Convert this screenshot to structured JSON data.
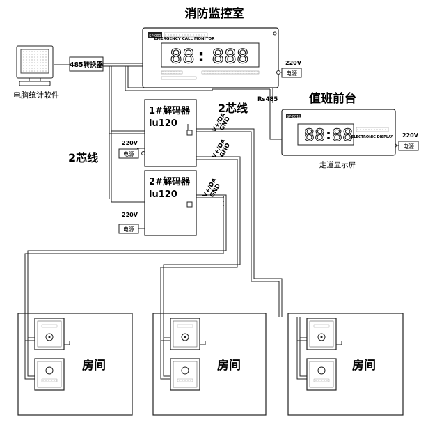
{
  "titles": {
    "control_room": "消防监控室",
    "front_desk": "值班前台"
  },
  "pc": {
    "label": "电脑统计软件"
  },
  "converter": {
    "label": "485转换器"
  },
  "monitor_display": {
    "digits_left": "88",
    "digits_right": "888",
    "separator": ":",
    "model": "SP-001",
    "name_en": "EMERGENCY CALL MONITOR"
  },
  "corridor_display": {
    "digits_left": "88",
    "digits_right": "88",
    "separator": ":",
    "model": "SP-001L",
    "name_en": "ELECTRONIC DISPLAY",
    "caption": "走道显示屏"
  },
  "wires": {
    "two_core_a": "2芯线",
    "two_core_b": "2芯线",
    "rs485": "Rs485"
  },
  "power": {
    "voltage": "220V",
    "label": "电源"
  },
  "decoders": [
    {
      "line1": "1#解码器",
      "line2": "lu120",
      "terminal_top": "V+/DA",
      "terminal_bottom": "GND"
    },
    {
      "line1": "2#解码器",
      "line2": "lu120",
      "terminal_top": "V+/DA",
      "terminal_bottom": "GND"
    }
  ],
  "decoder1_extra_terminal": {
    "top": "V+/DA",
    "bottom": "GND"
  },
  "rooms": [
    {
      "label": "房间"
    },
    {
      "label": "房间"
    },
    {
      "label": "房间"
    }
  ]
}
